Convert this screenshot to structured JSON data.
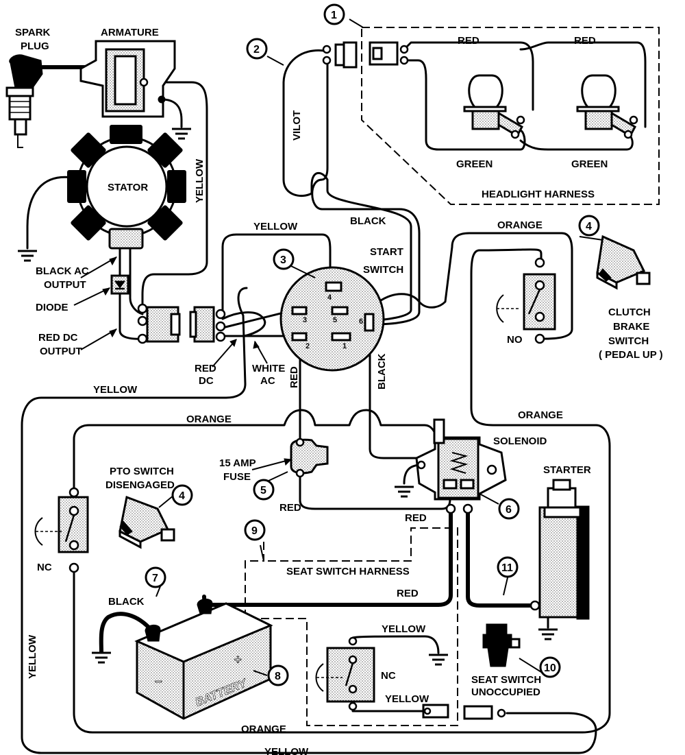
{
  "components": {
    "spark_plug": "SPARK\nPLUG",
    "armature": "ARMATURE",
    "stator": "STATOR",
    "black_ac_output": "BLACK AC\nOUTPUT",
    "diode": "DIODE",
    "red_dc_output": "RED DC\nOUTPUT",
    "red_dc": "RED\nDC",
    "white_ac": "WHITE\nAC",
    "start_switch": "START\nSWITCH",
    "headlight_harness": "HEADLIGHT HARNESS",
    "clutch_brake_switch": "CLUTCH\nBRAKE\nSWITCH\n( PEDAL UP )",
    "solenoid": "SOLENOID",
    "starter": "STARTER",
    "fuse": "15 AMP\nFUSE",
    "pto_switch": "PTO SWITCH\nDISENGAGED",
    "seat_switch_harness": "SEAT SWITCH HARNESS",
    "seat_switch": "SEAT SWITCH\nUNOCCUPIED",
    "battery": "BATTERY",
    "no": "NO",
    "nc_pto": "NC",
    "nc_seat": "NC"
  },
  "wires": {
    "vilot": "VILOT",
    "red_head_1": "RED",
    "red_head_2": "RED",
    "green_1": "GREEN",
    "green_2": "GREEN",
    "yellow_stator": "YELLOW",
    "yellow_top": "YELLOW",
    "black_top": "BLACK",
    "orange_top": "ORANGE",
    "yellow_left_top": "YELLOW",
    "orange_mid_left": "ORANGE",
    "orange_right": "ORANGE",
    "red_fuse_v": "RED",
    "black_sol_v": "BLACK",
    "red_fuse": "RED",
    "red_sol": "RED",
    "black_batt": "BLACK",
    "red_batt": "RED",
    "yellow_seat_top": "YELLOW",
    "yellow_seat_bot": "YELLOW",
    "orange_bottom": "ORANGE",
    "yellow_bottom": "YELLOW",
    "yellow_left": "YELLOW"
  },
  "pins": [
    "1",
    "2",
    "3",
    "4",
    "5",
    "6"
  ],
  "callouts": [
    "1",
    "2",
    "3",
    "4",
    "4",
    "5",
    "6",
    "7",
    "8",
    "9",
    "10",
    "11"
  ]
}
